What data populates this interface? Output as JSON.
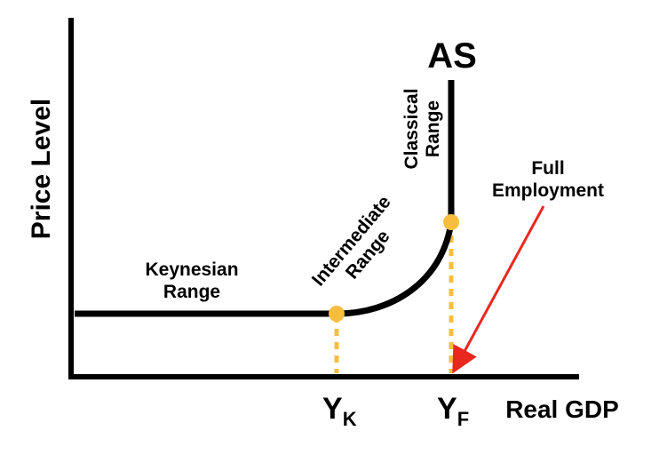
{
  "axes": {
    "y_label": "Price Level",
    "x_label": "Real GDP"
  },
  "curve": {
    "label": "AS"
  },
  "ranges": {
    "keynesian_line1": "Keynesian",
    "keynesian_line2": "Range",
    "intermediate_line1": "Intermediate",
    "intermediate_line2": "Range",
    "classical_line1": "Classical",
    "classical_line2": "Range"
  },
  "ticks": {
    "yk_main": "Y",
    "yk_sub": "K",
    "yf_main": "Y",
    "yf_sub": "F"
  },
  "annotation": {
    "line1": "Full",
    "line2": "Employment"
  },
  "colors": {
    "line": "#000000",
    "marker": "#F7BE3E",
    "dash": "#F7BE3E",
    "arrow": "#E8281E"
  }
}
